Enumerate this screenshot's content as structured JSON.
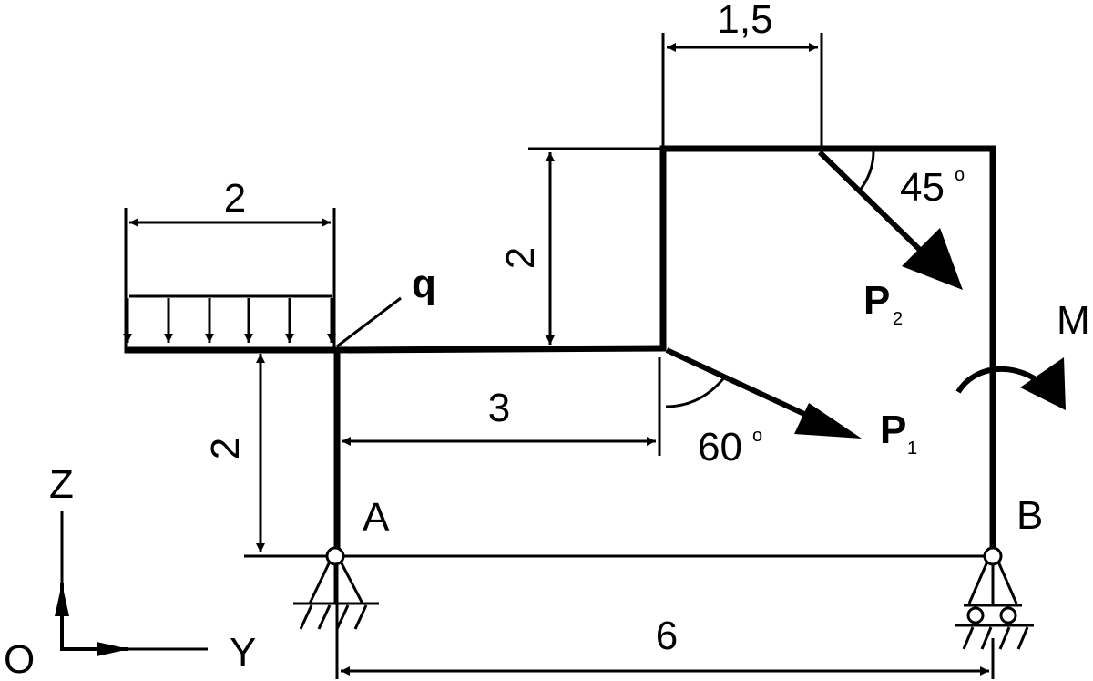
{
  "dimensions": {
    "top_width": "1,5",
    "load_width": "2",
    "upper_height": "2",
    "beam_length": "3",
    "lower_height": "2",
    "base_span": "6"
  },
  "loads": {
    "distributed": "q",
    "force1": {
      "symbol": "P",
      "index": "1",
      "angle": "60",
      "degree_mark": "o"
    },
    "force2": {
      "symbol": "P",
      "index": "2",
      "angle": "45",
      "degree_mark": "o"
    },
    "moment": "M"
  },
  "supports": {
    "a": "A",
    "b": "B"
  },
  "axes": {
    "origin": "O",
    "horizontal": "Y",
    "vertical": "Z"
  }
}
